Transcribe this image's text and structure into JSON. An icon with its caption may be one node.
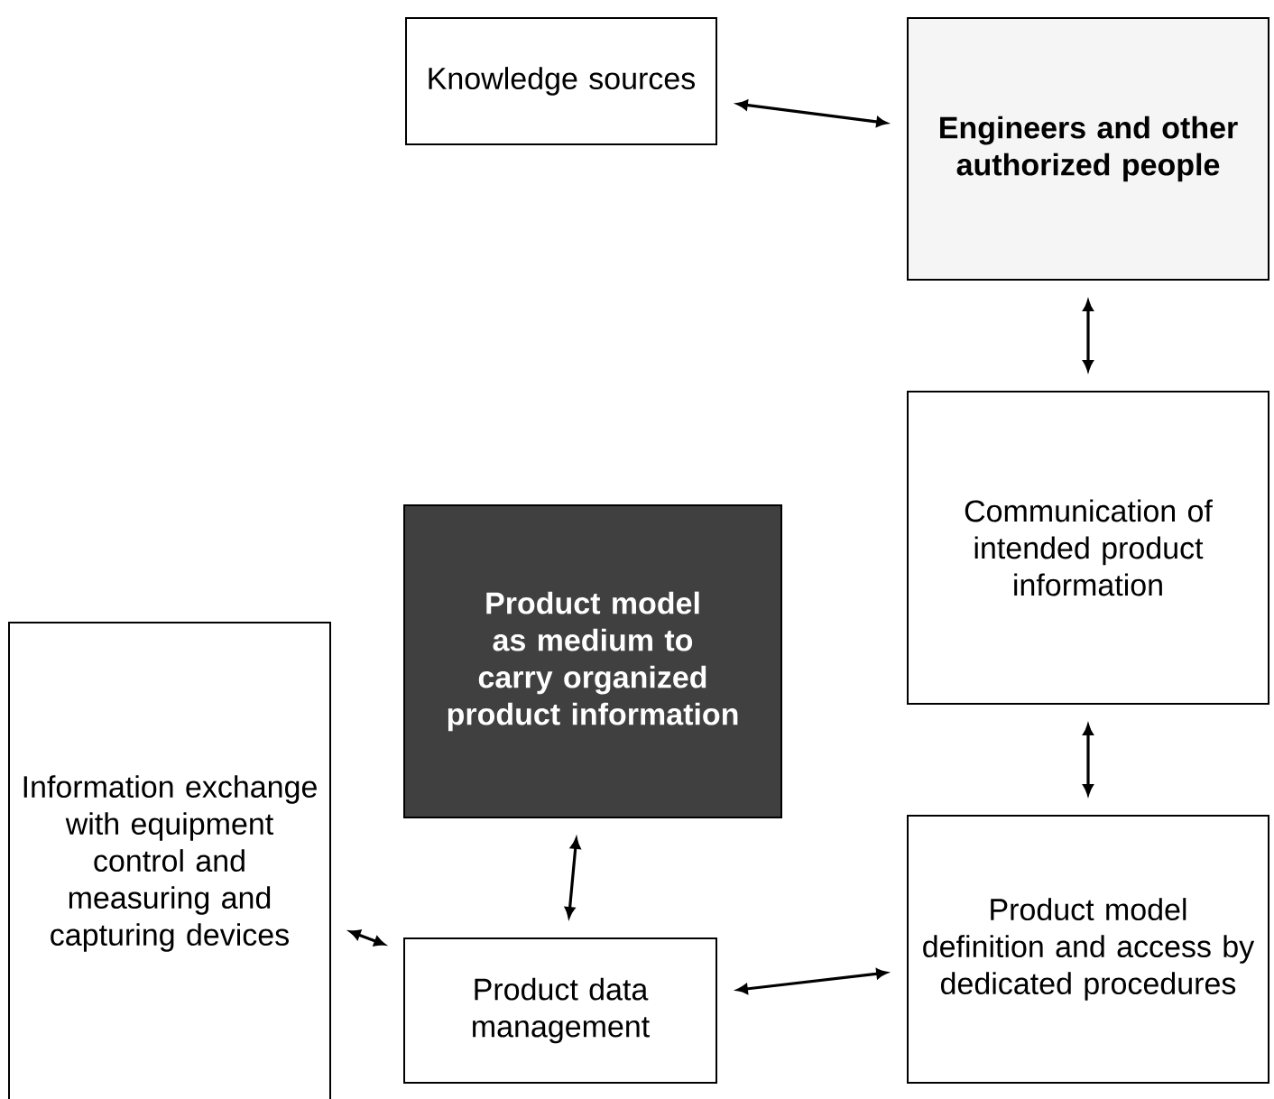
{
  "diagram": {
    "nodes": [
      {
        "text": [
          "Knowledge sources"
        ]
      },
      {
        "text": [
          "Engineers and other authorized people"
        ]
      },
      {
        "text": [
          "Communication of intended product information"
        ]
      },
      {
        "text": [
          "Product model as medium to carry organized product information"
        ]
      },
      {
        "text": [
          "Information exchange with equipment control and measuring and capturing devices"
        ]
      },
      {
        "text": [
          "Product data management"
        ]
      },
      {
        "text": [
          "Product model definition and access by dedicated procedures"
        ]
      }
    ],
    "edges": [
      {
        "from": 0,
        "to": 1,
        "arrow": "both"
      },
      {
        "from": 1,
        "to": 2,
        "arrow": "both"
      },
      {
        "from": 2,
        "to": 6,
        "arrow": "both"
      },
      {
        "from": 3,
        "to": 5,
        "arrow": "both"
      },
      {
        "from": 4,
        "to": 5,
        "arrow": "both"
      },
      {
        "from": 5,
        "to": 6,
        "arrow": "both"
      }
    ]
  }
}
